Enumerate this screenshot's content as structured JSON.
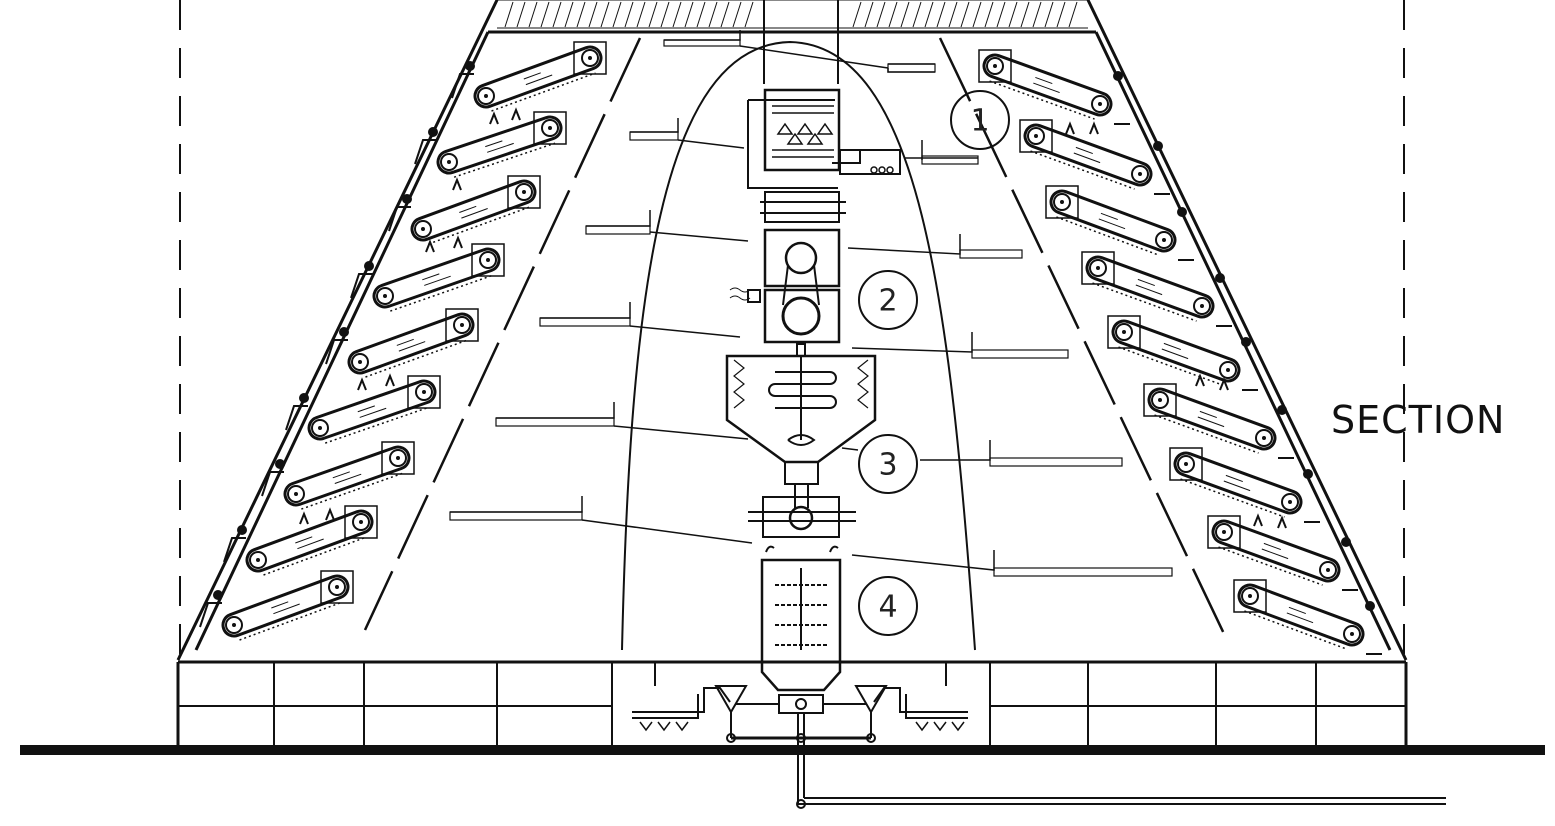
{
  "title": "SECTION",
  "callouts": [
    "1",
    "2",
    "3",
    "4"
  ],
  "colors": {
    "ink": "#111111",
    "background": "#ffffff"
  },
  "conveyors": {
    "left_count": 9,
    "right_count": 9
  }
}
